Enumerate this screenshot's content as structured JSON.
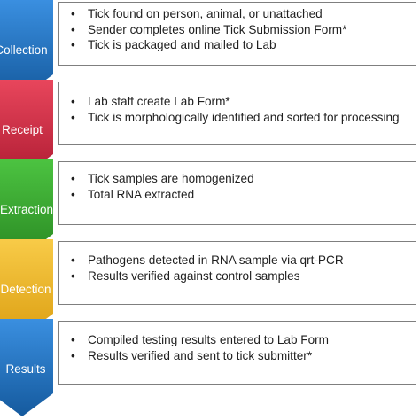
{
  "stages": [
    {
      "label": "Collection",
      "color": "#1f73c4",
      "items": [
        "Tick found on person, animal, or unattached",
        "Sender completes online Tick Submission Form*",
        "Tick is packaged and mailed to Lab"
      ]
    },
    {
      "label": "Receipt",
      "color": "#d42a43",
      "items": [
        "Lab staff create Lab Form*",
        "Tick is morphologically identified and sorted for processing"
      ]
    },
    {
      "label": "Extraction",
      "color": "#36a82e",
      "items": [
        "Tick samples are homogenized",
        "Total RNA extracted"
      ]
    },
    {
      "label": "Detection",
      "color": "#f1b723",
      "items": [
        "Pathogens detected in RNA sample via qrt-PCR",
        "Results verified against control samples"
      ]
    },
    {
      "label": "Results",
      "color": "#1f73c4",
      "items": [
        "Compiled testing results entered to Lab Form",
        "Results verified and sent to tick submitter*"
      ]
    }
  ]
}
